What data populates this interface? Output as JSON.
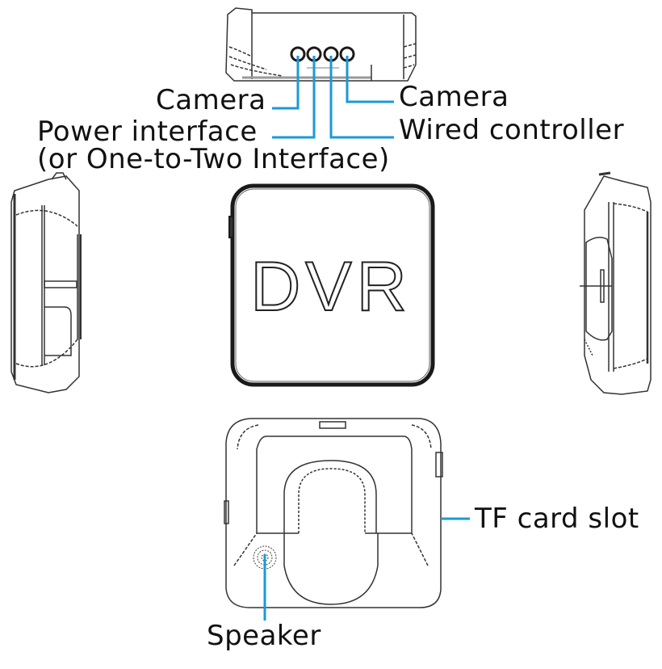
{
  "diagram": {
    "title": "DVR device views with port labels",
    "callout_color": "#1a9ad6",
    "front_view": {
      "label": "DVR"
    },
    "top_view": {
      "ports": [
        {
          "id": "camera-1",
          "label": "Camera"
        },
        {
          "id": "power",
          "label": "Power interface",
          "sublabel": "(or One-to-Two Interface)"
        },
        {
          "id": "wired-controller",
          "label": "Wired controller"
        },
        {
          "id": "camera-2",
          "label": "Camera"
        }
      ]
    },
    "bottom_view": {
      "callouts": [
        {
          "id": "tf-card",
          "label": "TF card slot"
        },
        {
          "id": "speaker",
          "label": "Speaker"
        }
      ]
    }
  }
}
